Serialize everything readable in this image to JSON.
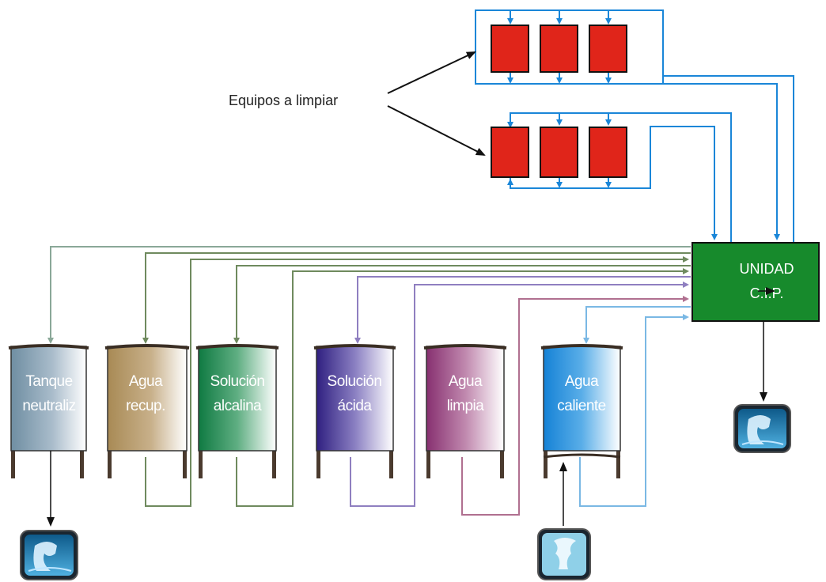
{
  "label": "Equipos a limpiar",
  "unit": {
    "line1": "UNIDAD",
    "line2": "C.I.P.",
    "color": "#178a2c"
  },
  "equipment_color": "#e0251a",
  "tanks": [
    {
      "line1": "Tanque",
      "line2": "neutraliz",
      "color": "#6f8ea2",
      "line_color": "#8aa898"
    },
    {
      "line1": "Agua",
      "line2": "recup.",
      "color": "#a88a55",
      "line_color": "#6f8a5e"
    },
    {
      "line1": "Solución",
      "line2": "alcalina",
      "color": "#13844a",
      "line_color": "#6f8a5e"
    },
    {
      "line1": "Solución",
      "line2": "ácida",
      "color": "#3a2a88",
      "line_color": "#8f7fc0"
    },
    {
      "line1": "Agua",
      "line2": "limpia",
      "color": "#8e3a7a",
      "line_color": "#b07090"
    },
    {
      "line1": "Agua",
      "line2": "caliente",
      "color": "#1a86d8",
      "line_color": "#7ab8e4"
    }
  ],
  "icons": {
    "drain": "drain-icon",
    "supply": "water-supply-icon"
  }
}
